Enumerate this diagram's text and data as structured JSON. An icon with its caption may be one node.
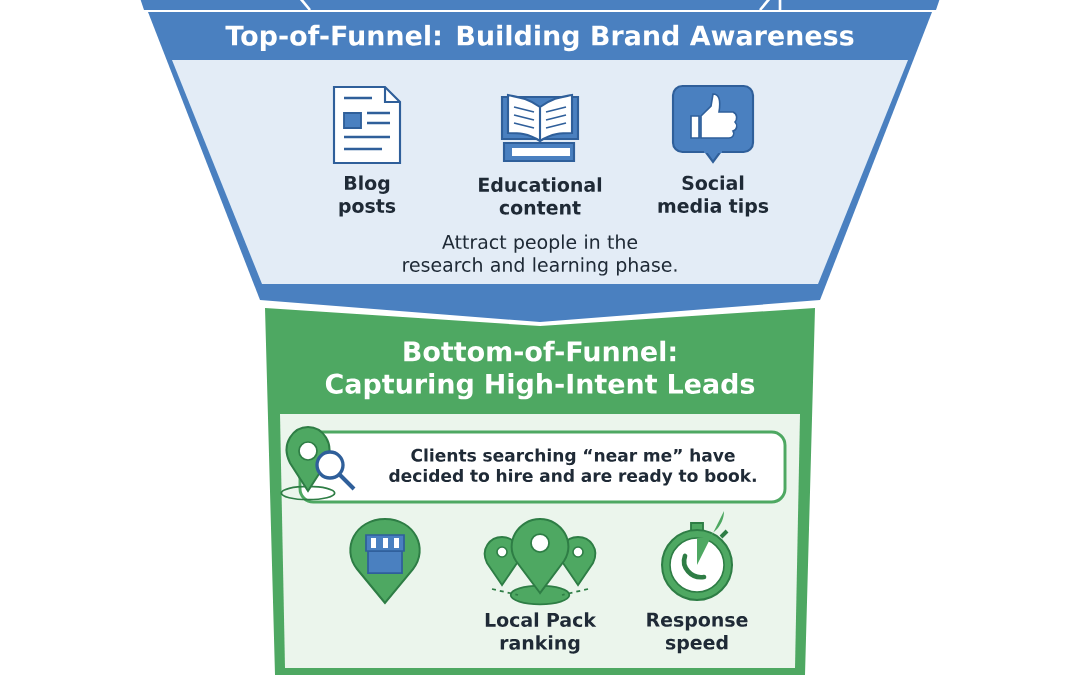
{
  "diagram": {
    "nodes": [
      {
        "text": [
          "Top-of-Funnel: Building Brand Awareness"
        ]
      },
      {
        "text": [
          "Blog posts",
          "Educational content",
          "Social media tips",
          "Attract people in the research and learning phase."
        ],
        "in": 0
      },
      {
        "text": [
          "Bottom-of-Funnel: Capturing High-Intent Leads"
        ]
      },
      {
        "text": [
          "Local Pack ranking",
          "Response speed"
        ],
        "in": 2
      },
      {
        "text": [
          "Clients searching “near me” have decided to hire and are ready to book."
        ],
        "in": 3
      }
    ]
  }
}
